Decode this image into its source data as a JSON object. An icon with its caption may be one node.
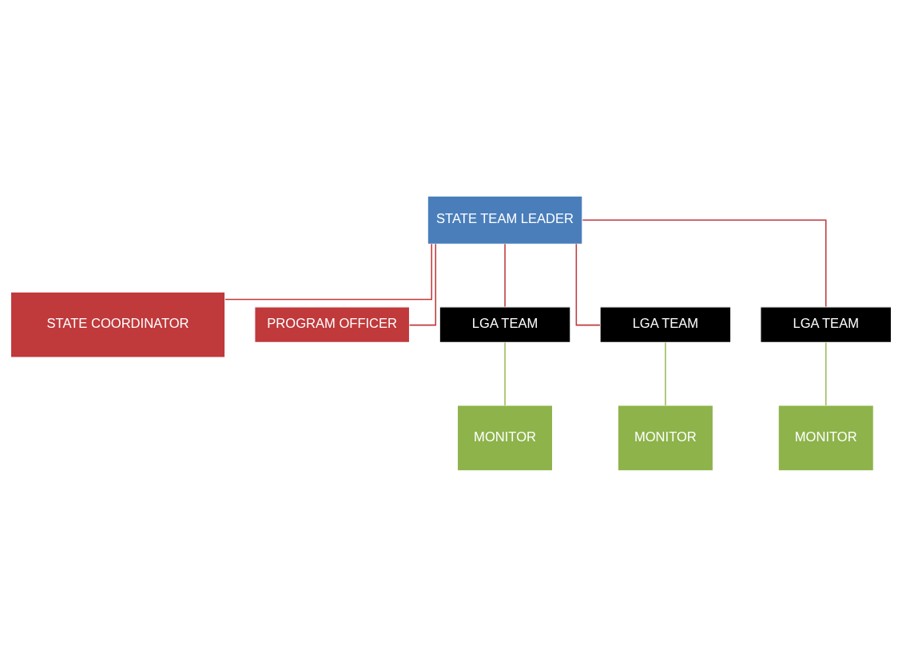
{
  "diagram": {
    "nodes": [
      {
        "text": [
          "STATE TEAM LEADER"
        ]
      },
      {
        "text": [
          "STATE COORDINATOR"
        ]
      },
      {
        "text": [
          "PROGRAM OFFICER"
        ]
      },
      {
        "text": [
          "LGA TEAM"
        ]
      },
      {
        "text": [
          "LGA TEAM"
        ]
      },
      {
        "text": [
          "LGA TEAM"
        ]
      },
      {
        "text": [
          "MONITOR"
        ]
      },
      {
        "text": [
          "MONITOR"
        ]
      },
      {
        "text": [
          "MONITOR"
        ]
      }
    ],
    "edges": [
      {
        "from": 0,
        "to": 1,
        "arrow": "none"
      },
      {
        "from": 0,
        "to": 2,
        "arrow": "none"
      },
      {
        "from": 0,
        "to": 3,
        "arrow": "none"
      },
      {
        "from": 0,
        "to": 4,
        "arrow": "none"
      },
      {
        "from": 0,
        "to": 5,
        "arrow": "none"
      },
      {
        "from": 3,
        "to": 6,
        "arrow": "none",
        "color": "#9bbb59"
      },
      {
        "from": 4,
        "to": 7,
        "arrow": "none",
        "color": "#9bbb59"
      },
      {
        "from": 5,
        "to": 8,
        "arrow": "none",
        "color": "#9bbb59"
      }
    ]
  }
}
